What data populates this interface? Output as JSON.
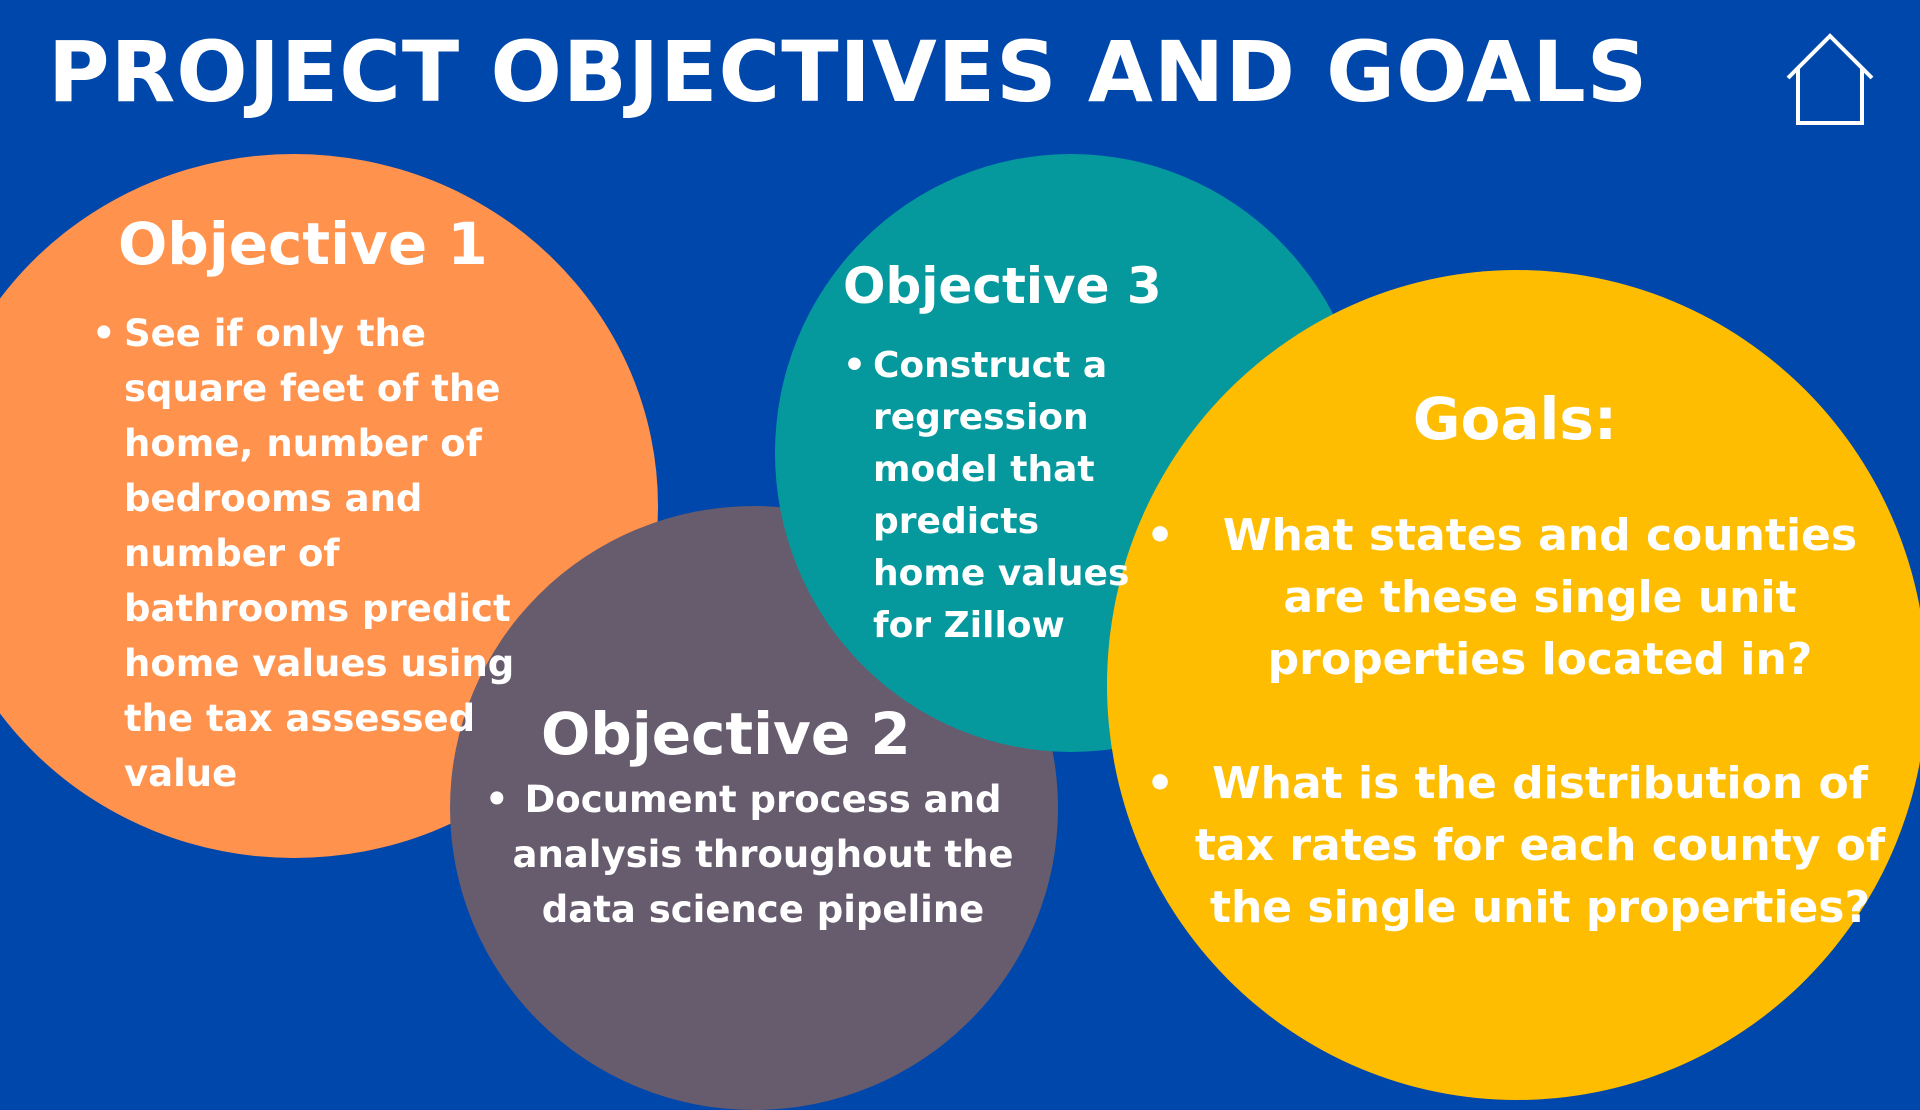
{
  "slide": {
    "title": "PROJECT OBJECTIVES AND GOALS",
    "home_icon": "home-icon"
  },
  "objective1": {
    "heading": "Objective 1",
    "bullet": "See if only the square feet of the home, number of bedrooms and number of bathrooms predict home values using the tax assessed value"
  },
  "objective2": {
    "heading": "Objective 2",
    "bullet": "Document process and analysis throughout the data science pipeline"
  },
  "objective3": {
    "heading": "Objective 3",
    "bullet": "Construct a regression model that predicts home values for Zillow"
  },
  "goals": {
    "heading": "Goals:",
    "items": [
      "What states and counties are these single unit properties located in?",
      "What is the distribution of tax rates for each county of the single unit properties?"
    ]
  },
  "colors": {
    "background": "#0047ab",
    "objective1": "#ff924c",
    "objective2": "#675b6e",
    "objective3": "#05999e",
    "goals": "#ffbd01",
    "text": "#ffffff"
  }
}
